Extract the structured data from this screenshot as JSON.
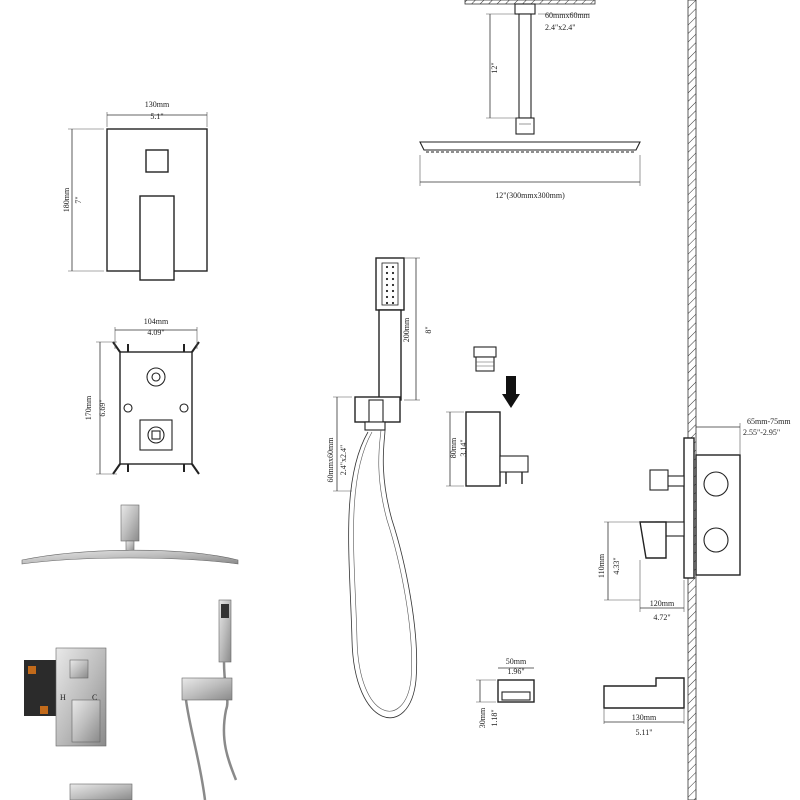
{
  "dimensions": {
    "rain_arm_square": "60mmx60mm",
    "rain_arm_square_in": "2.4\"x2.4\"",
    "rain_arm_length": "12\"",
    "rain_head_size": "12\"(300mmx300mm)",
    "trim_width_mm": "130mm",
    "trim_width_in": "5.1\"",
    "trim_height_mm": "180mm",
    "trim_height_in": "7\"",
    "valve_width_mm": "104mm",
    "valve_width_in": "4.09\"",
    "valve_height_mm": "170mm",
    "valve_height_in": "6.69\"",
    "handshower_length_mm": "200mm",
    "handshower_length_in": "8\"",
    "outlet_square_mm": "60mmx60mm",
    "outlet_square_in": "2.4\"x2.4\"",
    "holder_height_mm": "80mm",
    "holder_height_in": "3.14\"",
    "depth_range_mm": "65mm-75mm",
    "depth_range_in": "2.55\"-2.95\"",
    "handle_height_mm": "110mm",
    "handle_height_in": "4.33\"",
    "handle_proj_mm": "120mm",
    "handle_proj_in": "4.72\"",
    "spout_width_mm": "50mm",
    "spout_width_in": "1.96\"",
    "spout_height_mm": "30mm",
    "spout_height_in": "1.18\"",
    "spout_length_mm": "130mm",
    "spout_length_in": "5.11\""
  },
  "valve_marks": {
    "hot": "H",
    "cold": "C"
  }
}
